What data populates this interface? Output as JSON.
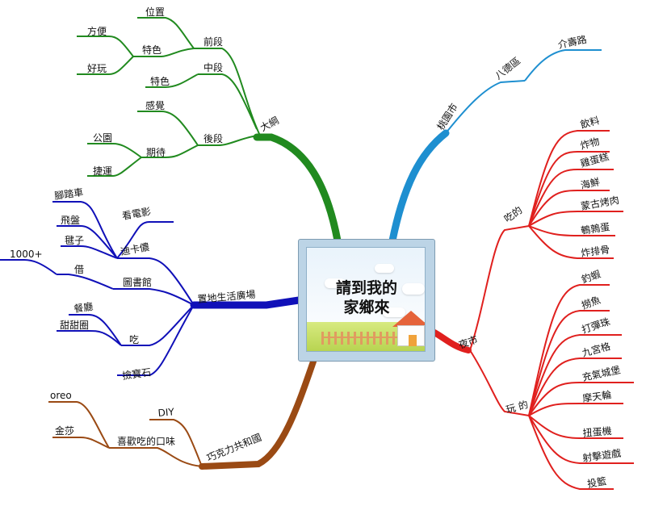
{
  "center": {
    "line1": "請到我的",
    "line2": "家鄉來"
  },
  "colors": {
    "outline": "#218a1f",
    "city": "#1e8fd0",
    "night_market": "#e0201e",
    "plaza": "#1010b8",
    "chocolate": "#9a4a14"
  },
  "branches": {
    "outline": {
      "label": "大綱",
      "front": {
        "label": "前段",
        "position": "位置",
        "feature": "特色",
        "convenient": "方便",
        "fun": "好玩"
      },
      "middle": {
        "label": "中段",
        "feature": "特色"
      },
      "back": {
        "label": "後段",
        "feeling": "感覺",
        "expect": "期待",
        "park": "公園",
        "mrt": "捷運"
      }
    },
    "city": {
      "label": "桃園市",
      "district": "八德區",
      "road": "介壽路"
    },
    "night_market": {
      "label": "夜市",
      "eat": {
        "label": "吃的",
        "items": [
          "飲料",
          "炸物",
          "雞蛋糕",
          "海鮮",
          "蒙古烤肉",
          "鵪鶉蛋",
          "炸排骨"
        ]
      },
      "play": {
        "label": "玩 的",
        "items": [
          "釣蝦",
          "撈魚",
          "打彈珠",
          "九宮格",
          "充氣城堡",
          "摩天輪",
          "扭蛋機",
          "射擊遊戲",
          "投籃"
        ]
      }
    },
    "plaza": {
      "label": "置地生活廣場",
      "disney": {
        "label": "迪卡儂",
        "movie": "看電影",
        "bike": "腳踏車",
        "frisbee": "飛盤",
        "shuttlecock": "毽子"
      },
      "library": {
        "label": "圖書館",
        "borrow": "借",
        "count": "1000+"
      },
      "eat": {
        "label": "吃",
        "restaurant": "餐廳",
        "donut": "甜甜圈"
      },
      "treasure": "撿寶石"
    },
    "chocolate": {
      "label": "巧克力共和國",
      "taste": "喜歡吃的口味",
      "diy": "DIY",
      "oreo": "oreo",
      "gold": "金莎"
    }
  }
}
